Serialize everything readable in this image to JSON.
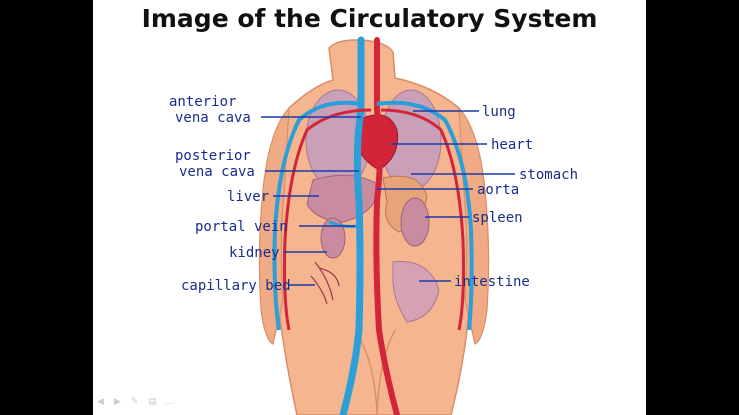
{
  "title": "Image of the Circulatory System",
  "labels": {
    "anterior_vena_cava_1": "anterior",
    "anterior_vena_cava_2": "vena cava",
    "posterior_vena_cava_1": "posterior",
    "posterior_vena_cava_2": "vena cava",
    "liver": "liver",
    "portal_vein": "portal vein",
    "kidney": "kidney",
    "capillary_bed": "capillary bed",
    "lung": "lung",
    "heart": "heart",
    "stomach": "stomach",
    "aorta": "aorta",
    "spleen": "spleen",
    "intestine": "intestine"
  },
  "colors": {
    "skin": "#f4b58f",
    "skin_outline": "#d98e66",
    "vein_blue": "#2a9fd8",
    "artery_red": "#d2253a",
    "organ_purple": "#c9a0b8",
    "leader_line": "#1e3aa8",
    "label_text": "#1a2d8c"
  },
  "slideshow_nav_icons": [
    "prev-arrow-icon",
    "next-arrow-icon",
    "pen-icon",
    "menu-icon",
    "more-icon"
  ]
}
